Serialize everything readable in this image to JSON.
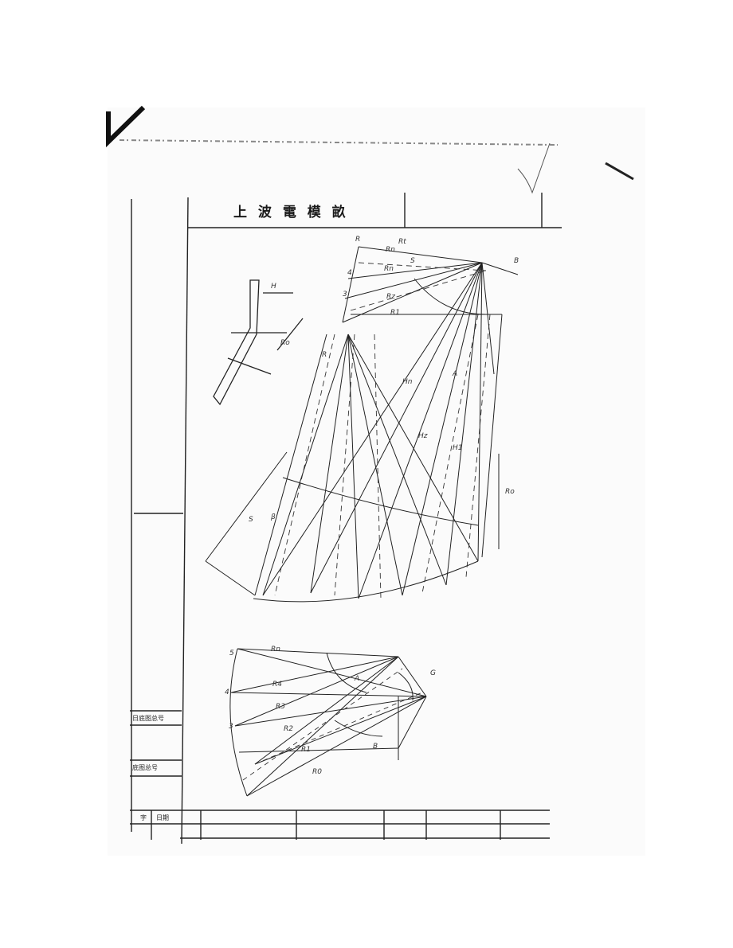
{
  "title_block": {
    "title": "上 波 電 模 畝",
    "side_label_1": "日底图总号",
    "side_label_2": "底图总号",
    "footer_cells": [
      "字",
      "日期"
    ]
  },
  "upper_figure": {
    "labels": [
      "R",
      "Rn",
      "Rt",
      "4",
      "3",
      "S",
      "Rn",
      "Rz",
      "R1",
      "B",
      "H",
      "Ro",
      "R",
      "A",
      "Hn",
      "Hz",
      "H1",
      "Ro",
      "S",
      "β"
    ]
  },
  "lower_figure": {
    "labels": [
      "5",
      "Rn",
      "4",
      "R4",
      "3",
      "R3",
      "R2",
      "R1",
      "R0",
      "A",
      "B",
      "G"
    ]
  }
}
